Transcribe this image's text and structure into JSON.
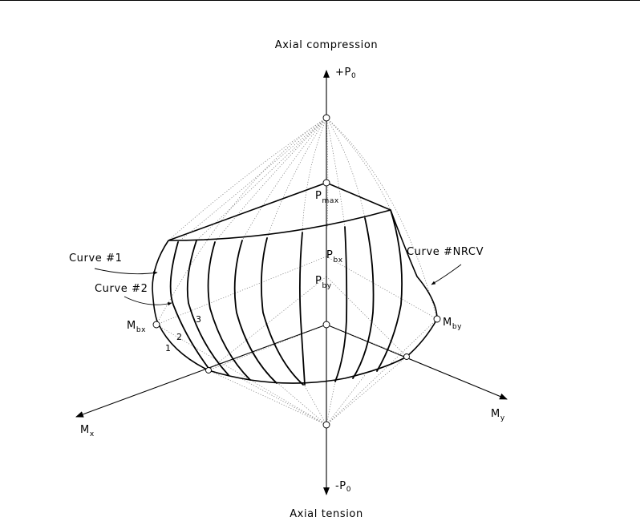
{
  "labels": {
    "top_caption": "Axial compression",
    "bottom_caption": "Axial tension",
    "p0_top_main": "+P",
    "p0_top_sub": "0",
    "p0_bottom_main": "-P",
    "p0_bottom_sub": "0",
    "pmax_main": "P",
    "pmax_sub": "max",
    "pbx_main": "P",
    "pbx_sub": "bx",
    "pby_main": "P",
    "pby_sub": "by",
    "mbx_main": "M",
    "mbx_sub": "bx",
    "mby_main": "M",
    "mby_sub": "by",
    "mx_main": "M",
    "mx_sub": "x",
    "my_main": "M",
    "my_sub": "y",
    "curve1": "Curve #1",
    "curve2": "Curve #2",
    "curve_nrcv": "Curve #NRCV",
    "num1": "1",
    "num2": "2",
    "num3": "3"
  },
  "colors": {
    "ink": "#000000",
    "dotted": "#777777",
    "background": "#ffffff"
  }
}
